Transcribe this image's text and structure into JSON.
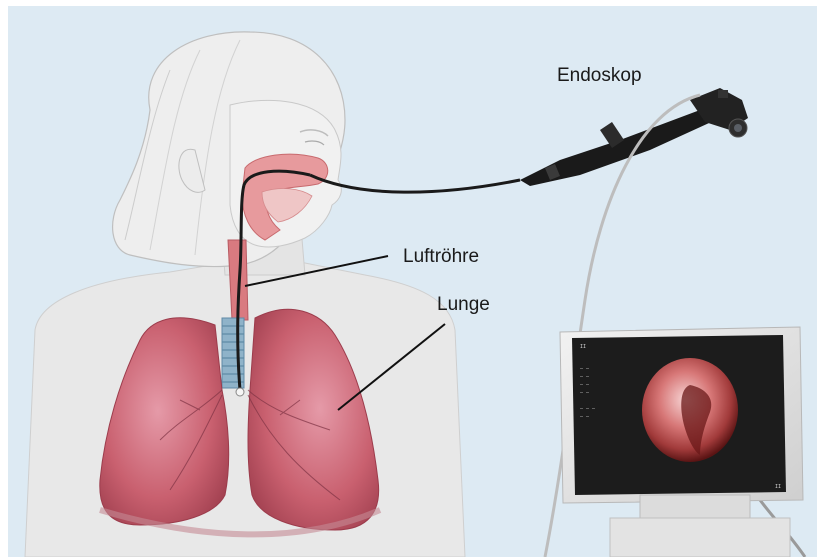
{
  "labels": {
    "endoskop": "Endoskop",
    "luftroehre": "Luftröhre",
    "lunge": "Lunge"
  },
  "colors": {
    "background": "#ddeaf3",
    "skin": "#e9e9e9",
    "lung": "#c45a6e",
    "airway": "#d97a80",
    "trachea_rings": "#7fa0b8",
    "endoscope": "#1a1a1a",
    "monitor_frame": "#e6e6e6",
    "monitor_screen": "#1c1c1c"
  }
}
